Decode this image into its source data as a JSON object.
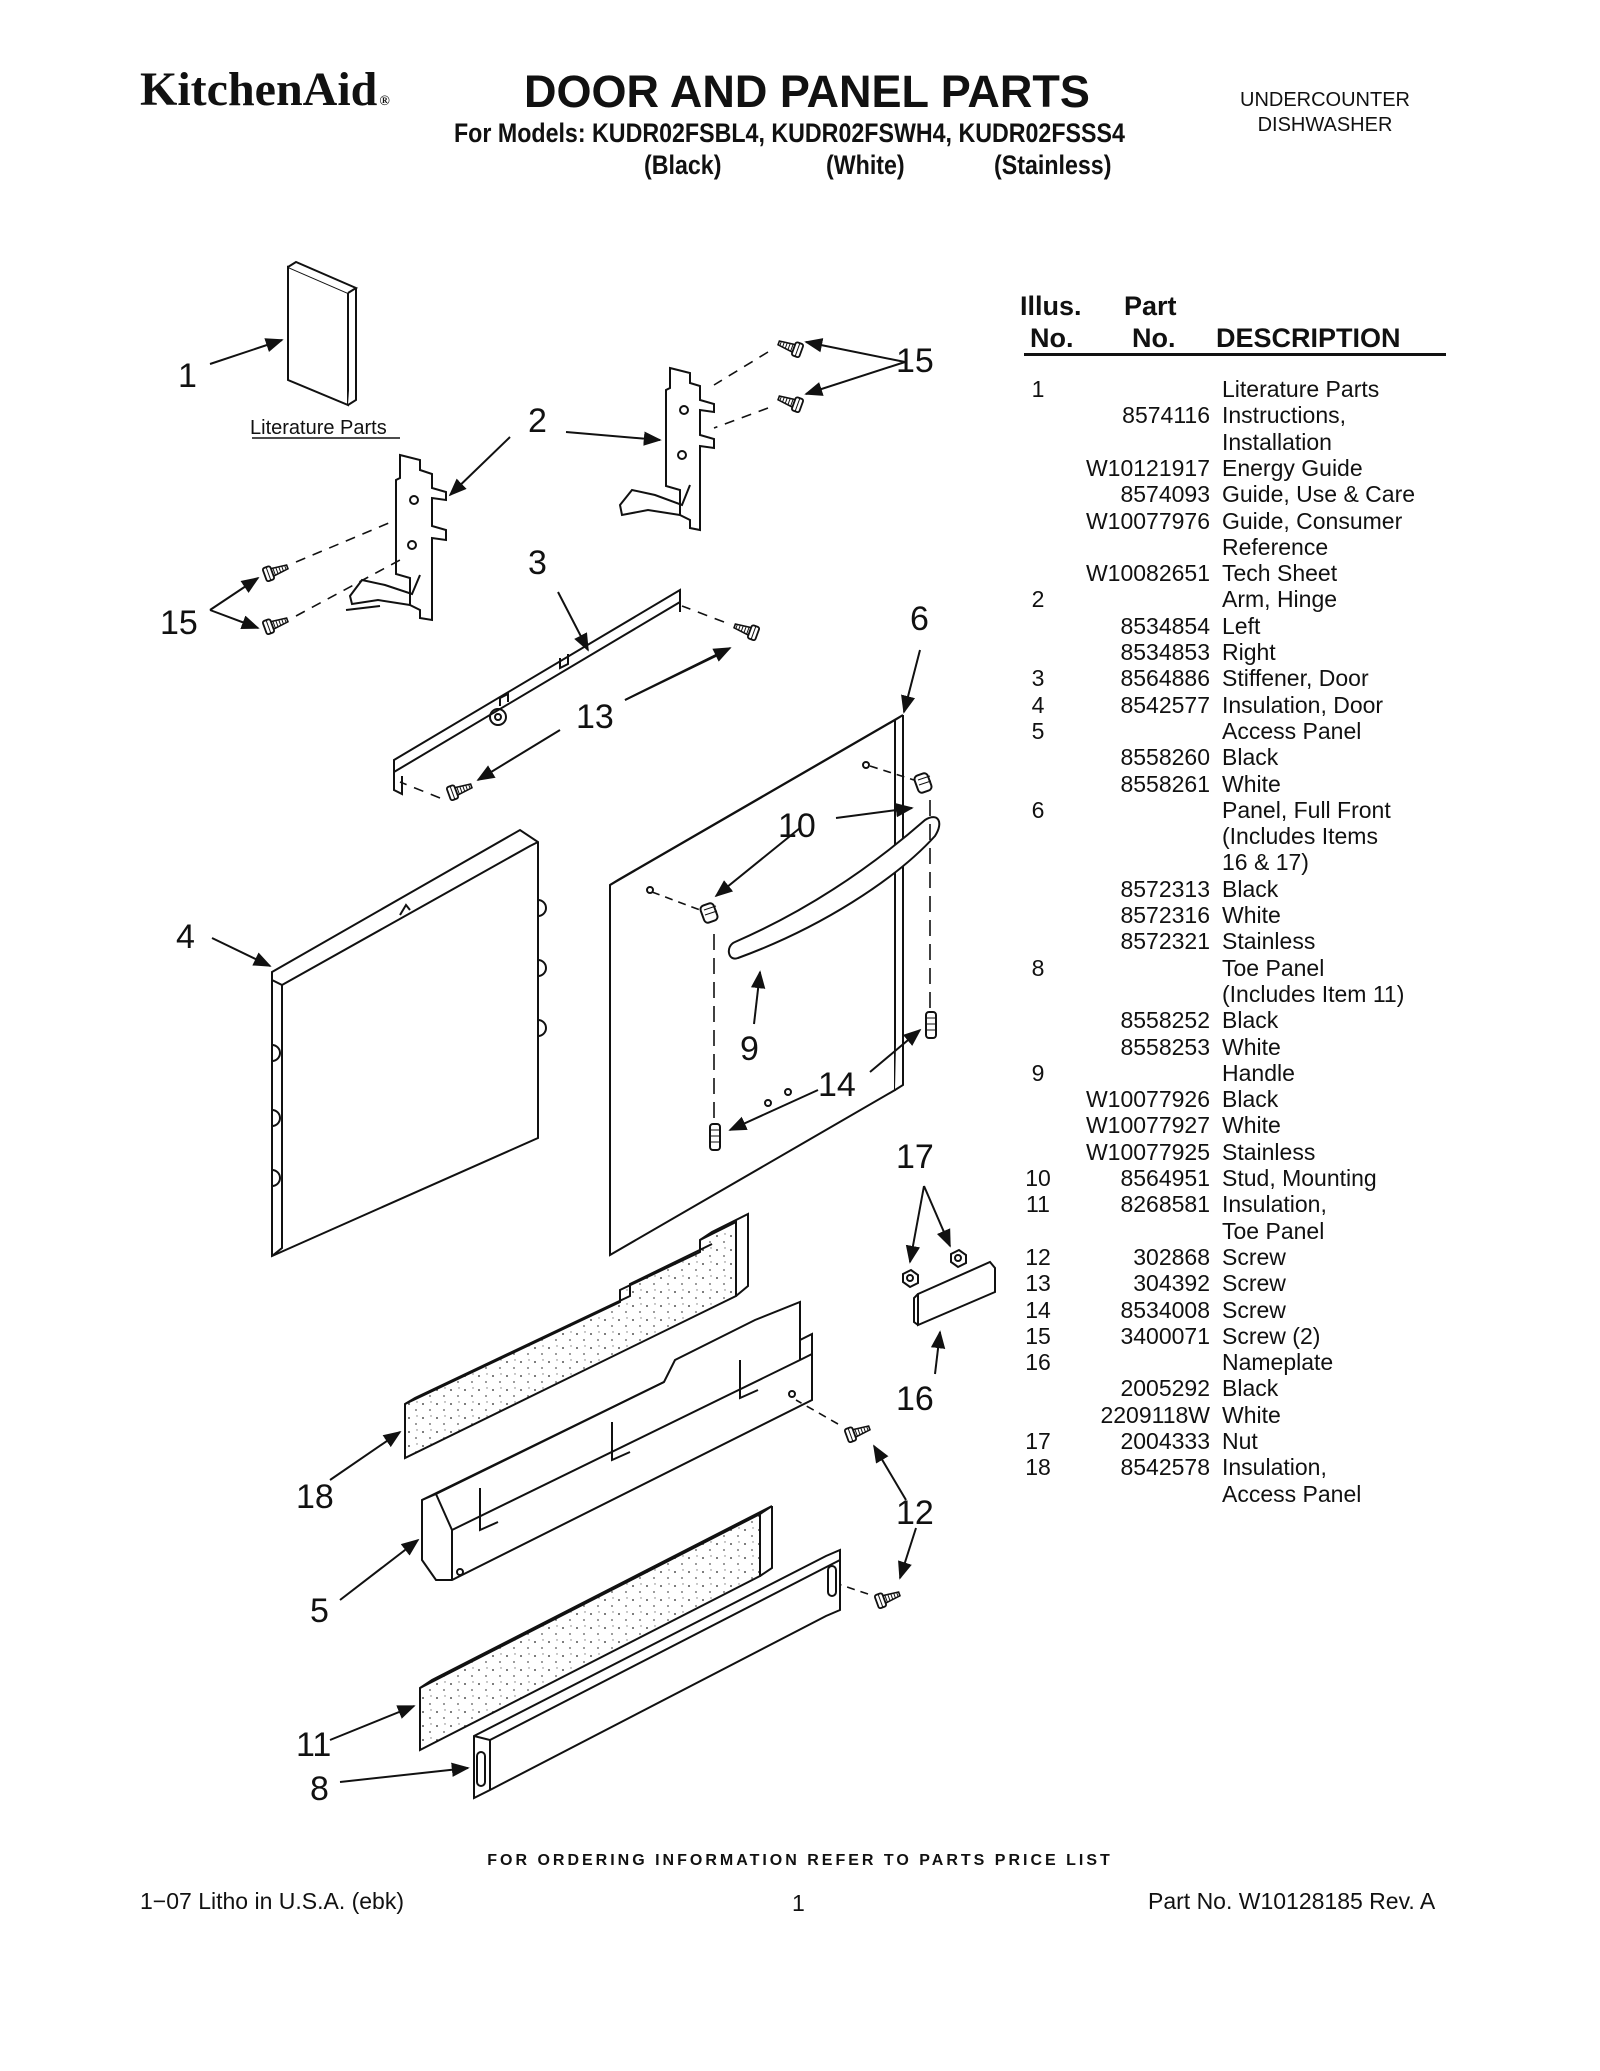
{
  "header": {
    "brand": "KitchenAid",
    "brand_mark": "®",
    "title": "DOOR AND PANEL PARTS",
    "models_line": "For Models: KUDR02FSBL4, KUDR02FSWH4, KUDR02FSSS4",
    "colors": [
      "(Black)",
      "(White)",
      "(Stainless)"
    ],
    "appliance_line1": "UNDERCOUNTER",
    "appliance_line2": "DISHWASHER"
  },
  "diagram": {
    "literature_label": "Literature Parts",
    "callouts": {
      "c1": "1",
      "c2": "2",
      "c3": "3",
      "c4": "4",
      "c5": "5",
      "c6": "6",
      "c8": "8",
      "c9": "9",
      "c10": "10",
      "c11": "11",
      "c12a": "12",
      "c13": "13",
      "c14": "14",
      "c15a": "15",
      "c15b": "15",
      "c16": "16",
      "c17": "17",
      "c18": "18"
    }
  },
  "table": {
    "headers": {
      "illus_1": "Illus.",
      "illus_2": "No.",
      "part_1": "Part",
      "part_2": "No.",
      "description": "DESCRIPTION"
    },
    "rows": [
      {
        "illus": "1",
        "part": "",
        "desc": "Literature Parts"
      },
      {
        "illus": "",
        "part": "8574116",
        "desc": "Instructions,"
      },
      {
        "illus": "",
        "part": "",
        "desc": "Installation"
      },
      {
        "illus": "",
        "part": "W10121917",
        "desc": "Energy Guide"
      },
      {
        "illus": "",
        "part": "8574093",
        "desc": "Guide, Use & Care"
      },
      {
        "illus": "",
        "part": "W10077976",
        "desc": "Guide, Consumer"
      },
      {
        "illus": "",
        "part": "",
        "desc": "Reference"
      },
      {
        "illus": "",
        "part": "W10082651",
        "desc": "Tech Sheet"
      },
      {
        "illus": "2",
        "part": "",
        "desc": "Arm, Hinge"
      },
      {
        "illus": "",
        "part": "8534854",
        "desc": "Left"
      },
      {
        "illus": "",
        "part": "8534853",
        "desc": "Right"
      },
      {
        "illus": "3",
        "part": "8564886",
        "desc": "Stiffener, Door"
      },
      {
        "illus": "4",
        "part": "8542577",
        "desc": "Insulation, Door"
      },
      {
        "illus": "5",
        "part": "",
        "desc": "Access Panel"
      },
      {
        "illus": "",
        "part": "8558260",
        "desc": "Black"
      },
      {
        "illus": "",
        "part": "8558261",
        "desc": "White"
      },
      {
        "illus": "6",
        "part": "",
        "desc": "Panel, Full Front"
      },
      {
        "illus": "",
        "part": "",
        "desc": "(Includes Items"
      },
      {
        "illus": "",
        "part": "",
        "desc": " 16 & 17)"
      },
      {
        "illus": "",
        "part": "8572313",
        "desc": "Black"
      },
      {
        "illus": "",
        "part": "8572316",
        "desc": "White"
      },
      {
        "illus": "",
        "part": "8572321",
        "desc": "Stainless"
      },
      {
        "illus": "8",
        "part": "",
        "desc": "Toe Panel"
      },
      {
        "illus": "",
        "part": "",
        "desc": "(Includes Item 11)"
      },
      {
        "illus": "",
        "part": "8558252",
        "desc": "Black"
      },
      {
        "illus": "",
        "part": "8558253",
        "desc": "White"
      },
      {
        "illus": "9",
        "part": "",
        "desc": "Handle"
      },
      {
        "illus": "",
        "part": "W10077926",
        "desc": "Black"
      },
      {
        "illus": "",
        "part": "W10077927",
        "desc": "White"
      },
      {
        "illus": "",
        "part": "W10077925",
        "desc": "Stainless"
      },
      {
        "illus": "10",
        "part": "8564951",
        "desc": "Stud, Mounting"
      },
      {
        "illus": "11",
        "part": "8268581",
        "desc": "Insulation,"
      },
      {
        "illus": "",
        "part": "",
        "desc": "Toe Panel"
      },
      {
        "illus": "12",
        "part": "302868",
        "desc": "Screw"
      },
      {
        "illus": "13",
        "part": "304392",
        "desc": "Screw"
      },
      {
        "illus": "14",
        "part": "8534008",
        "desc": "Screw"
      },
      {
        "illus": "15",
        "part": "3400071",
        "desc": "Screw (2)"
      },
      {
        "illus": "16",
        "part": "",
        "desc": "Nameplate"
      },
      {
        "illus": "",
        "part": "2005292",
        "desc": "Black"
      },
      {
        "illus": "",
        "part": "2209118W",
        "desc": "White"
      },
      {
        "illus": "17",
        "part": "2004333",
        "desc": "Nut"
      },
      {
        "illus": "18",
        "part": "8542578",
        "desc": "Insulation,"
      },
      {
        "illus": "",
        "part": "",
        "desc": "Access Panel"
      }
    ]
  },
  "footer": {
    "ordering_info": "FOR ORDERING INFORMATION REFER TO PARTS PRICE LIST",
    "litho": "1−07 Litho in U.S.A. (ebk)",
    "page": "1",
    "part_number": "Part No. W10128185 Rev. A"
  }
}
